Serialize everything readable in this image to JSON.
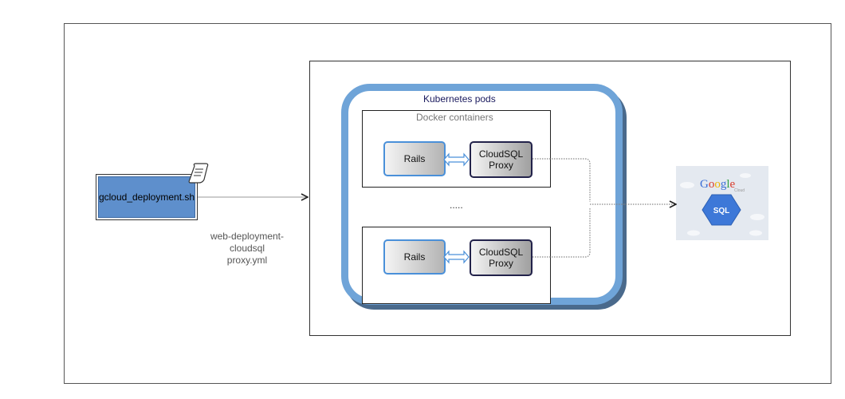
{
  "diagram": {
    "script_node": {
      "label": "gcloud_deployment.sh"
    },
    "yml_label": {
      "lines": [
        "web-deployment-",
        "cloudsql",
        "proxy.yml"
      ]
    },
    "pods_label": "Kubernetes pods",
    "docker_label": "Docker containers",
    "containers": [
      {
        "rails": "Rails",
        "proxy_line1": "CloudSQL",
        "proxy_line2": "Proxy"
      },
      {
        "rails": "Rails",
        "proxy_line1": "CloudSQL",
        "proxy_line2": "Proxy"
      }
    ],
    "ellipsis": ".....",
    "gcloud": {
      "google": "Google",
      "cloud": "Cloud",
      "sql": "SQL"
    }
  },
  "colors": {
    "pod_border": "#6fa4d8",
    "script_fill": "#5e8fcc",
    "rails_border": "#4a90d9",
    "proxy_border": "#22224a",
    "sql_hex": "#3d78d8",
    "google_letters": [
      "#3b6fd6",
      "#d93b2b",
      "#f0b400",
      "#3b6fd6",
      "#2f9e44",
      "#d93b2b"
    ]
  }
}
